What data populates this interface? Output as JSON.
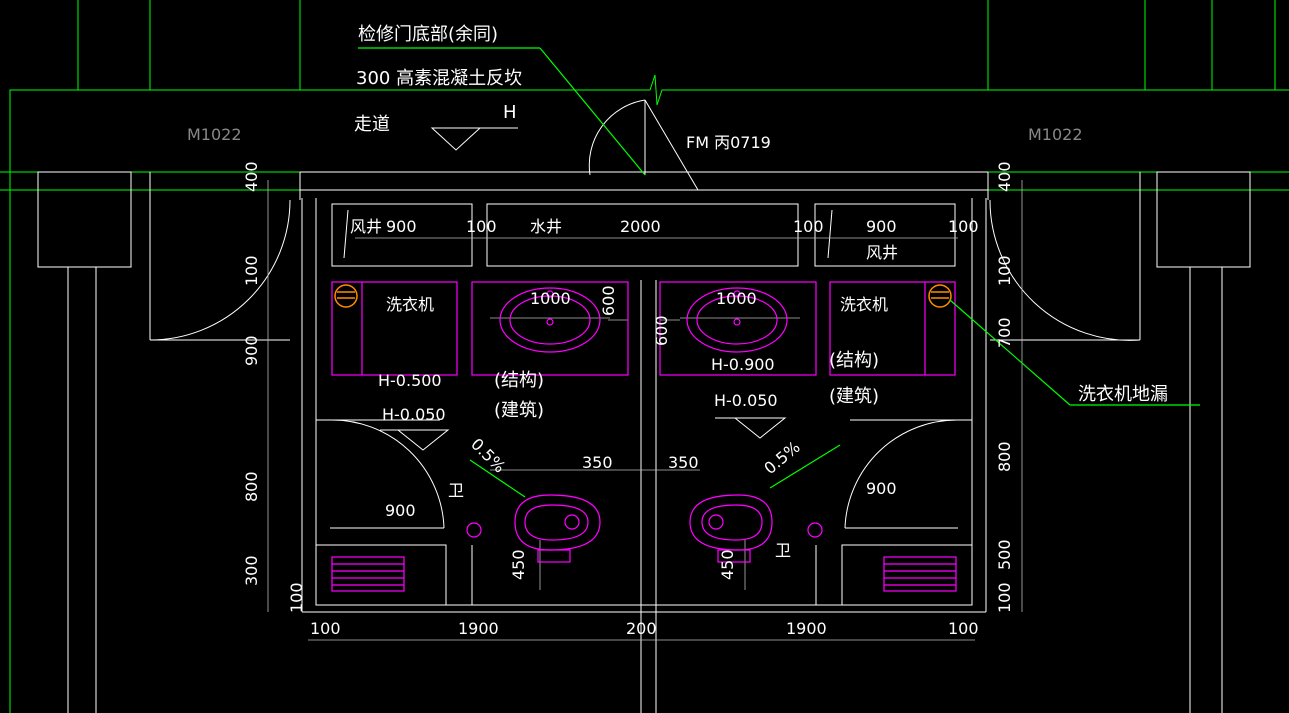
{
  "colors": {
    "background": "#000000",
    "wall": "#ffffff",
    "grid": "#00ff00",
    "fixture": "#ff00ff",
    "drain": "#ff8c00",
    "leader": "#00ff00",
    "text": "#ffffff"
  },
  "annotations": {
    "top_note_1": "检修门底部(余同)",
    "top_note_2": "300  高素混凝土反坎",
    "corridor": "走道",
    "corridor_level": "H",
    "door_left": "M1022",
    "door_right": "M1022",
    "fire_door": "FM 丙0719",
    "washer_drain": "洗衣机地漏"
  },
  "rooms": {
    "shaft_left_label": "风井",
    "shaft_left_dim": "900",
    "shaft_left_gap": "100",
    "water_shaft_label": "水井",
    "water_shaft_dim": "2000",
    "shaft_right_gap_left": "100",
    "shaft_right_dim": "900",
    "shaft_right_gap_right": "100",
    "shaft_right_label": "风井",
    "washer_left": "洗衣机",
    "washer_right": "洗衣机",
    "basin_left_dim": "1000",
    "basin_right_dim": "1000",
    "basin_left_depth": "600",
    "basin_right_depth": "600",
    "level_struct_left": "H-0.500",
    "level_struct_right": "H-0.900",
    "struct_label_left": "(结构)",
    "struct_label_right": "(结构)",
    "level_arch_left": "H-0.050",
    "level_arch_right": "H-0.050",
    "arch_label_left": "(建筑)",
    "arch_label_right": "(建筑)",
    "slope_left": "0.5%",
    "slope_right": "0.5%",
    "toilet_offset_left": "350",
    "toilet_offset_right": "350",
    "door_width_left": "900",
    "door_width_right": "900",
    "toilet_depth_left": "450",
    "toilet_depth_right": "450",
    "room_tag_left": "卫",
    "room_tag_right": "卫"
  },
  "dimensions": {
    "left_vertical": [
      "400",
      "100",
      "900",
      "800",
      "300",
      "100"
    ],
    "right_vertical": [
      "400",
      "100",
      "700",
      "800",
      "500",
      "100"
    ],
    "bottom": [
      "100",
      "1900",
      "200",
      "1900",
      "100"
    ]
  }
}
